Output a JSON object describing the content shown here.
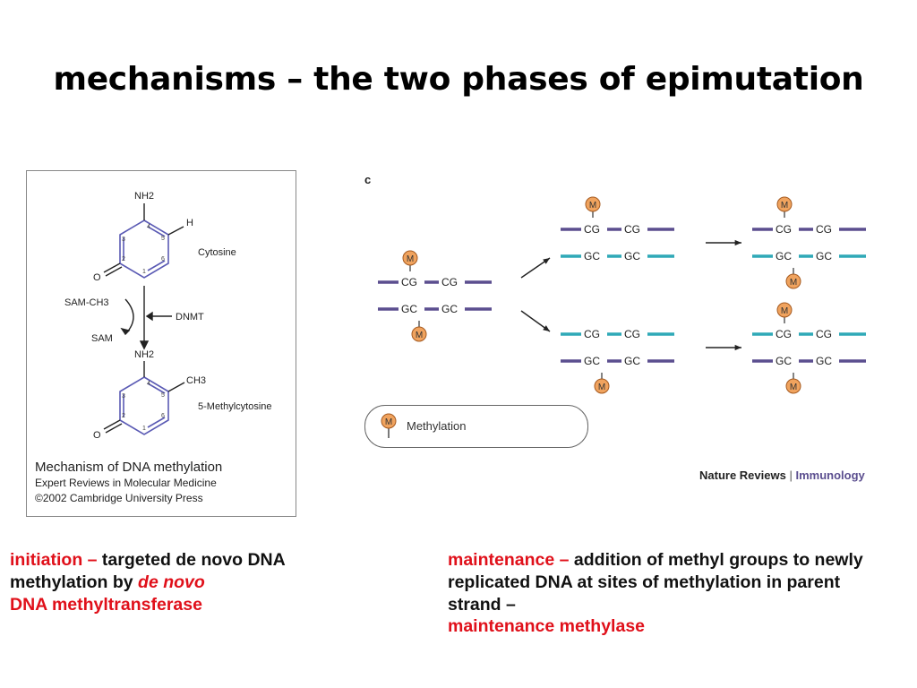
{
  "title": "mechanisms – the two phases of epimutation",
  "left_diagram": {
    "nh2_top": "NH2",
    "h_label": "H",
    "cytosine": "Cytosine",
    "o_top": "O",
    "sam_ch3": "SAM-CH3",
    "dnmt": "DNMT",
    "sam": "SAM",
    "nh2_bottom": "NH2",
    "ch3": "CH3",
    "methylcytosine": "5-Methylcytosine",
    "o_bottom": "O",
    "caption_title": "Mechanism of DNA methylation",
    "caption_line1": "Expert Reviews in Molecular Medicine",
    "caption_line2": "©2002 Cambridge University Press"
  },
  "right_diagram": {
    "panel_letter": "c",
    "m_label": "M",
    "cg": "CG",
    "gc": "GC",
    "legend_label": "Methylation",
    "journal_name": "Nature Reviews",
    "journal_sep": "|",
    "journal_section": "Immunology"
  },
  "text_left": {
    "initiation": "initiation –",
    "rest1": " targeted de novo DNA methylation by ",
    "denovo": "de novo",
    "dnmt": "DNA methyltransferase"
  },
  "text_right": {
    "maintenance": "maintenance –",
    "rest": " addition of methyl groups to newly replicated DNA at sites of methylation in parent strand –",
    "methylase": "maintenance methylase"
  },
  "colors": {
    "purple_strand": "#5b4e8f",
    "teal_strand": "#2fa9b7",
    "methyl_orange": "#f0a35e",
    "ring_blue": "#5a5ab4",
    "red_text": "#e0101a"
  }
}
